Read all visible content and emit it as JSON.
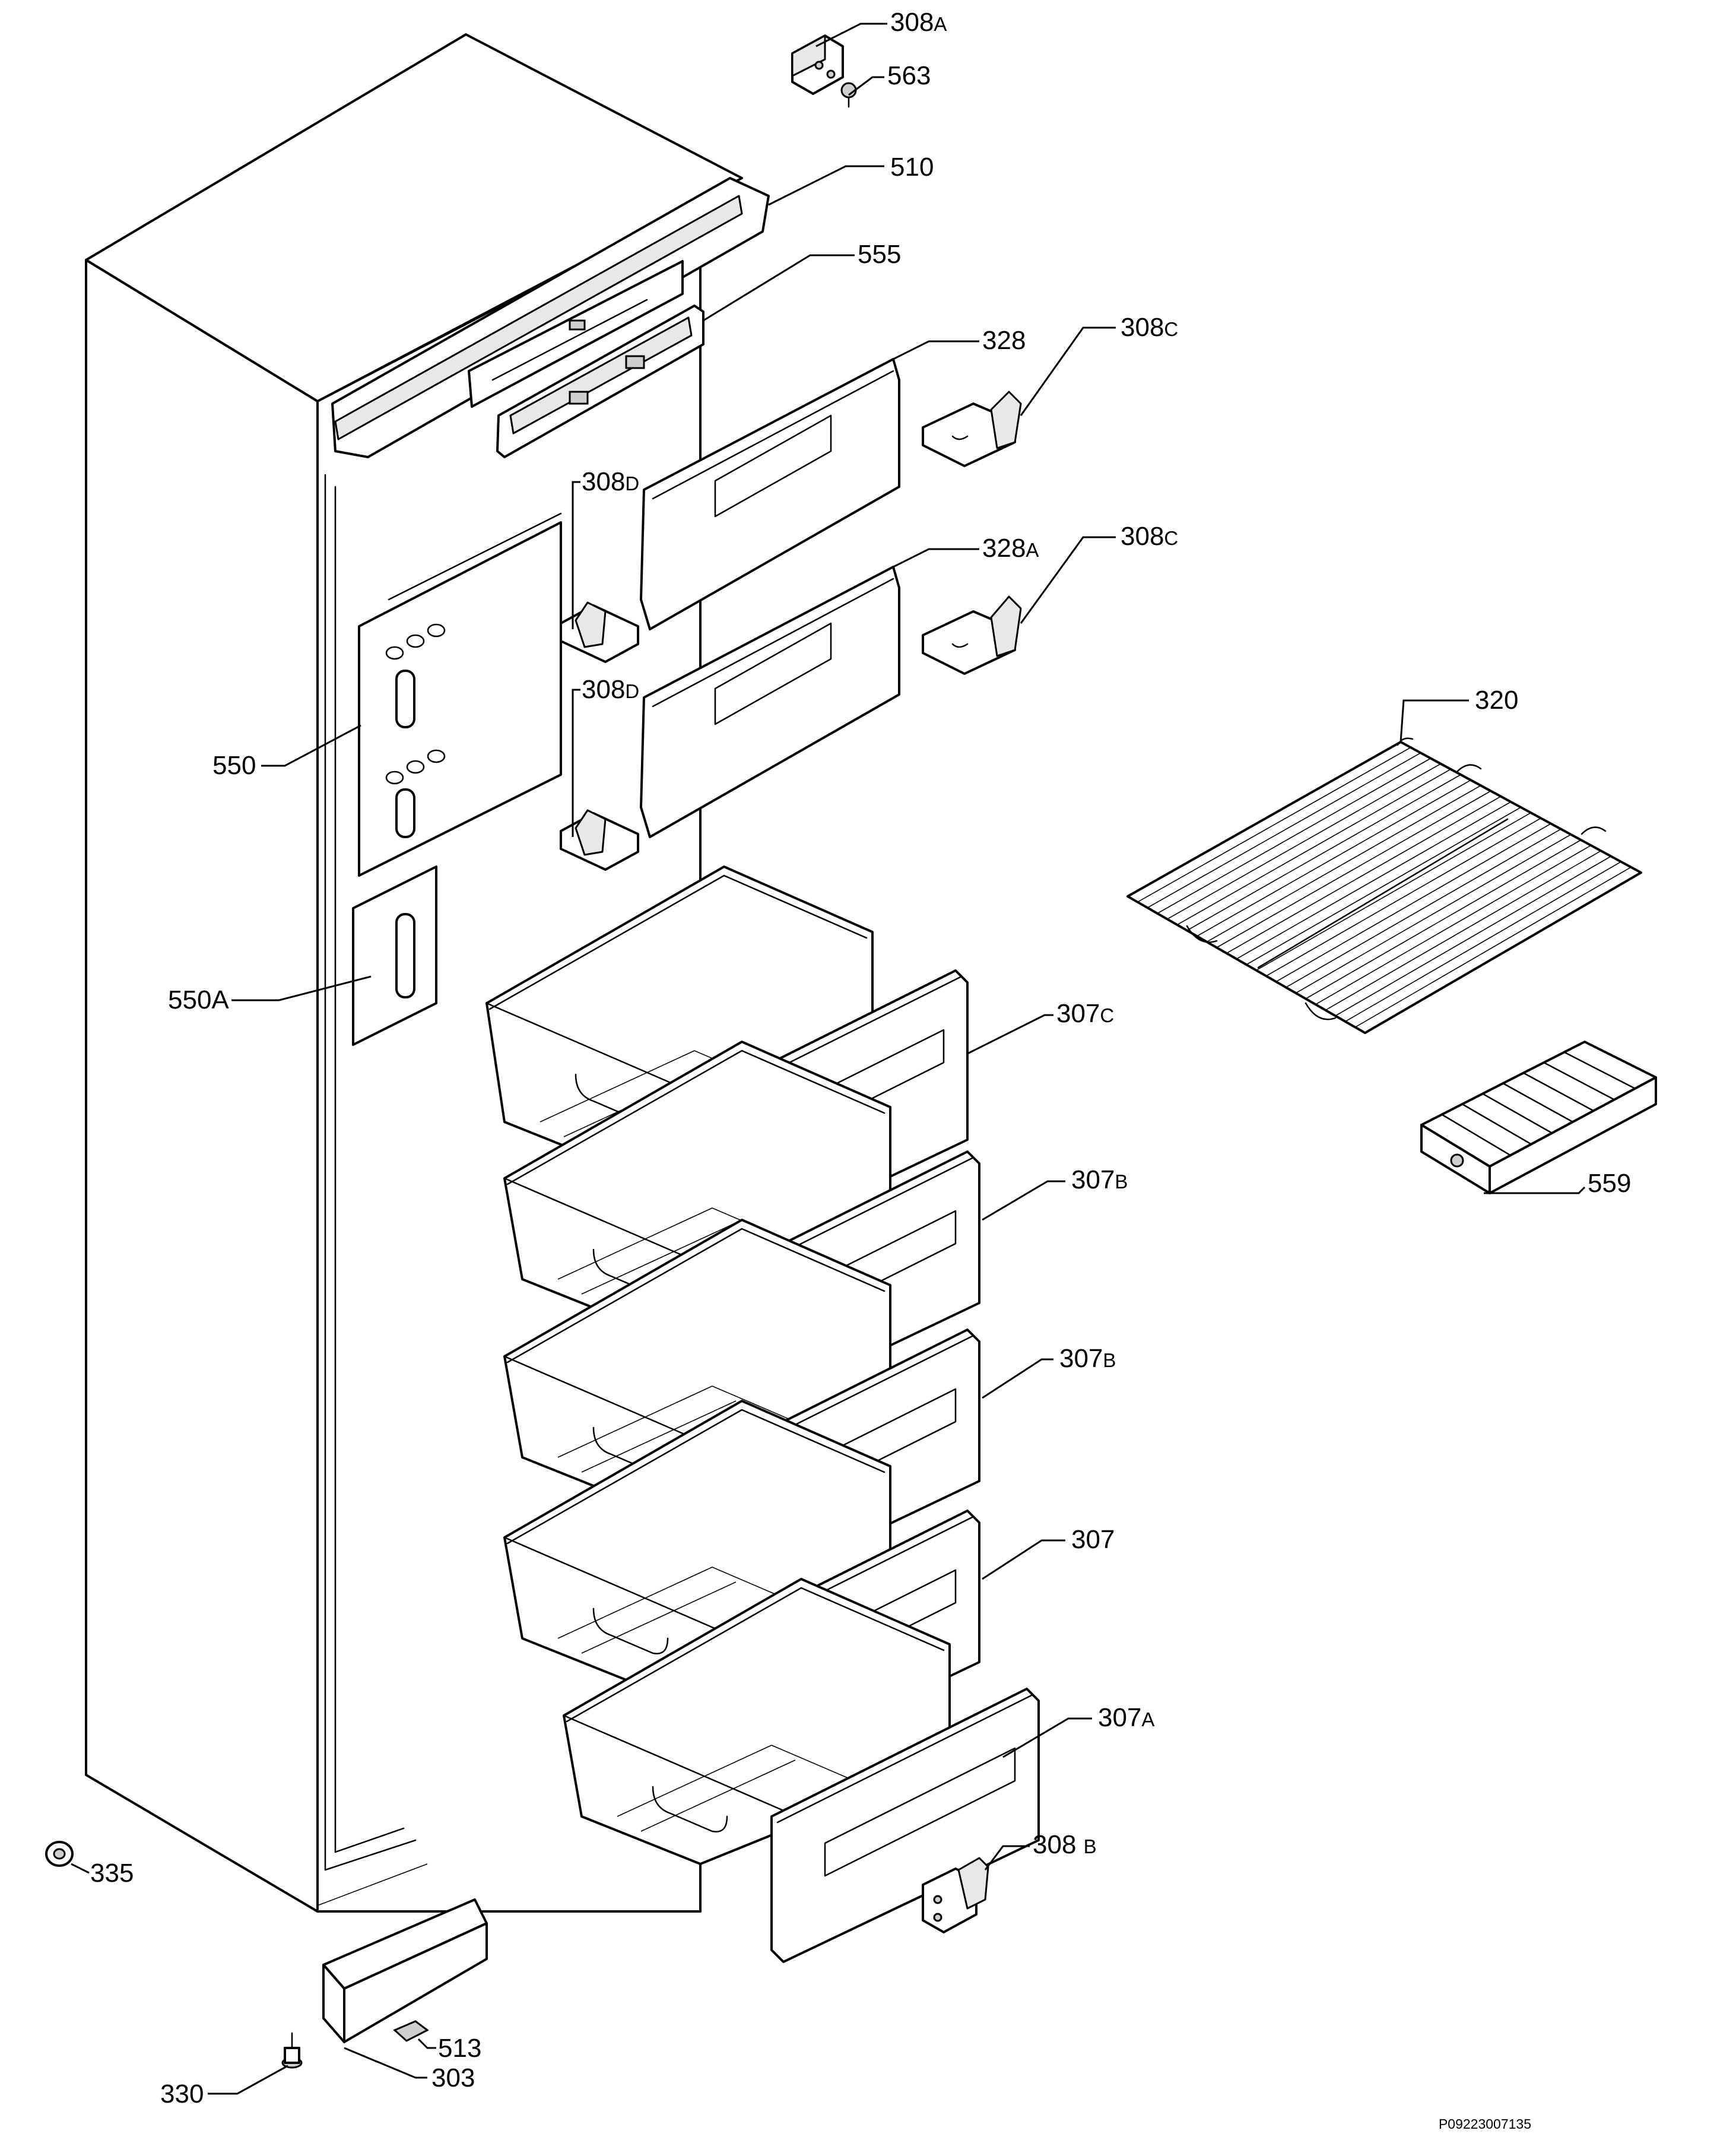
{
  "callouts": {
    "c308A": {
      "num": "308",
      "suffix": "A"
    },
    "c563": {
      "num": "563",
      "suffix": ""
    },
    "c510": {
      "num": "510",
      "suffix": ""
    },
    "c555": {
      "num": "555",
      "suffix": ""
    },
    "c328": {
      "num": "328",
      "suffix": ""
    },
    "c308C_top": {
      "num": "308",
      "suffix": "C"
    },
    "c308D_top": {
      "num": "308",
      "suffix": "D"
    },
    "c328A": {
      "num": "328",
      "suffix": "A"
    },
    "c308C_bottom": {
      "num": "308",
      "suffix": "C"
    },
    "c308D_bottom": {
      "num": "308",
      "suffix": "D"
    },
    "c320": {
      "num": "320",
      "suffix": ""
    },
    "c550": {
      "num": "550",
      "suffix": ""
    },
    "c550A": {
      "num": "550A",
      "suffix": ""
    },
    "c307C": {
      "num": "307",
      "suffix": "C"
    },
    "c559": {
      "num": "559",
      "suffix": ""
    },
    "c307B_upper": {
      "num": "307",
      "suffix": "B"
    },
    "c307B_lower": {
      "num": "307",
      "suffix": "B"
    },
    "c307": {
      "num": "307",
      "suffix": ""
    },
    "c307A": {
      "num": "307",
      "suffix": "A"
    },
    "c308B": {
      "num": "308 ",
      "suffix": "B"
    },
    "c335": {
      "num": "335",
      "suffix": ""
    },
    "c513": {
      "num": "513",
      "suffix": ""
    },
    "c303": {
      "num": "303",
      "suffix": ""
    },
    "c330": {
      "num": "330",
      "suffix": ""
    }
  },
  "drawing_code": "P09223007135"
}
